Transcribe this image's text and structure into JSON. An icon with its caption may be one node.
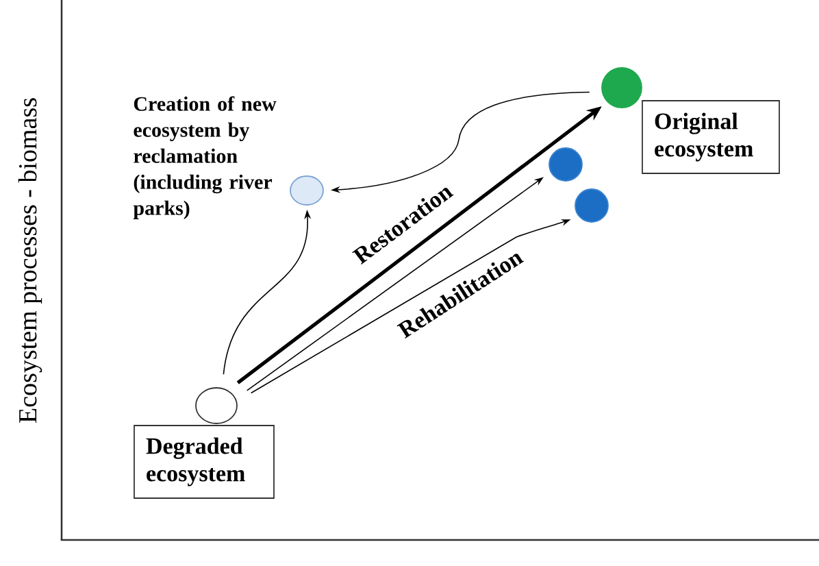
{
  "diagram": {
    "nodes": [
      {
        "text": [],
        "shape": "circle"
      },
      {
        "text": [
          "Original ecosystem"
        ]
      },
      {
        "text": [],
        "shape": "circle",
        "beside": [
          "Creation of new ecosystem by reclamation (including river parks)"
        ]
      },
      {
        "text": [],
        "shape": "circle"
      },
      {
        "text": [],
        "shape": "circle"
      },
      {
        "text": [],
        "shape": "circle"
      },
      {
        "text": [
          "Degraded ecosystem"
        ]
      }
    ],
    "edges": [
      {
        "from": 5,
        "to": 0,
        "arrow": "to",
        "label": "Restoration",
        "style": "thick"
      },
      {
        "from": 5,
        "to": 3,
        "arrow": "to"
      },
      {
        "from": 5,
        "to": 4,
        "arrow": "to",
        "label": "Rehabilitation"
      },
      {
        "from": 5,
        "to": 2,
        "arrow": "to"
      },
      {
        "from": 0,
        "to": 2,
        "arrow": "to"
      }
    ],
    "labels": [
      "Ecosystem processes - biomass"
    ]
  }
}
